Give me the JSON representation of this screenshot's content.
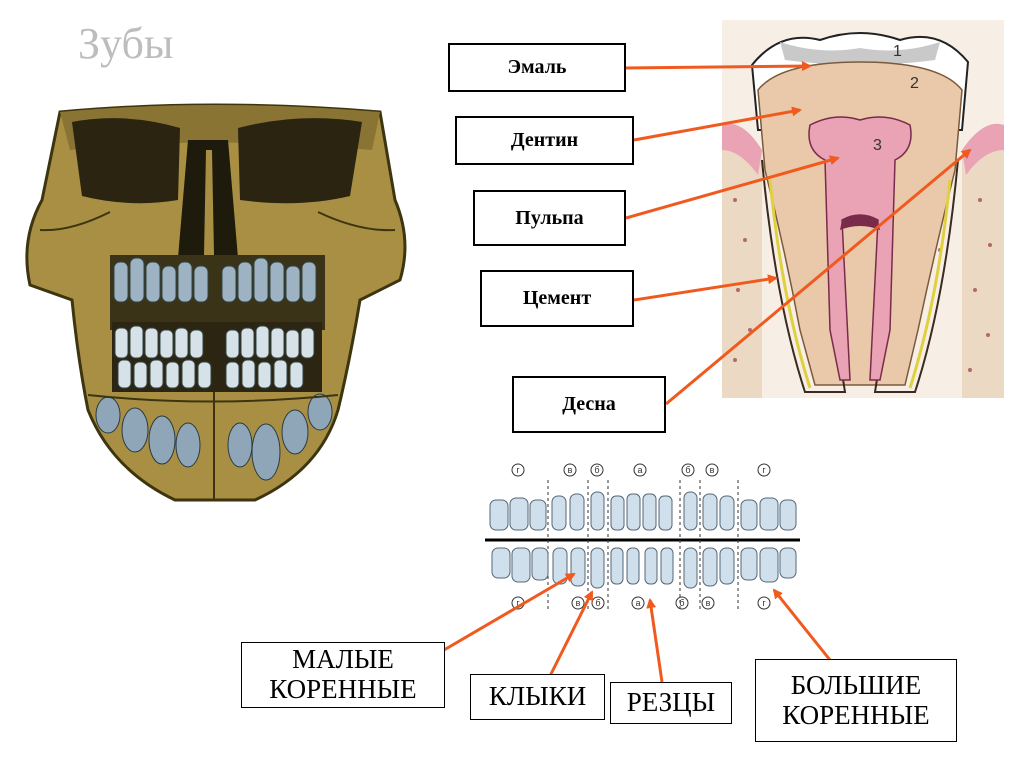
{
  "title": "Зубы",
  "labels": {
    "enamel": "Эмаль",
    "dentin": "Дентин",
    "pulp": "Пульпа",
    "cement": "Цемент",
    "gum": "Десна"
  },
  "tooth_numbers": [
    "1",
    "2",
    "3"
  ],
  "categories": {
    "premolars": "МАЛЫЕ КОРЕННЫЕ",
    "canines": "КЛЫКИ",
    "incisors": "РЕЗЦЫ",
    "molars": "БОЛЬШИЕ КОРЕННЫЕ"
  },
  "dental_marks": {
    "top": [
      "г",
      "в",
      "б",
      "а",
      "б",
      "в",
      "г"
    ],
    "bottom": [
      "г",
      "в",
      "б",
      "а",
      "б",
      "в",
      "г"
    ]
  },
  "colors": {
    "arrow": "#f05a1e",
    "title": "#bdbdbd",
    "bone": "#a88f43",
    "teeth": "#9db3c4",
    "tooth_pink": "#e9a3b5"
  }
}
